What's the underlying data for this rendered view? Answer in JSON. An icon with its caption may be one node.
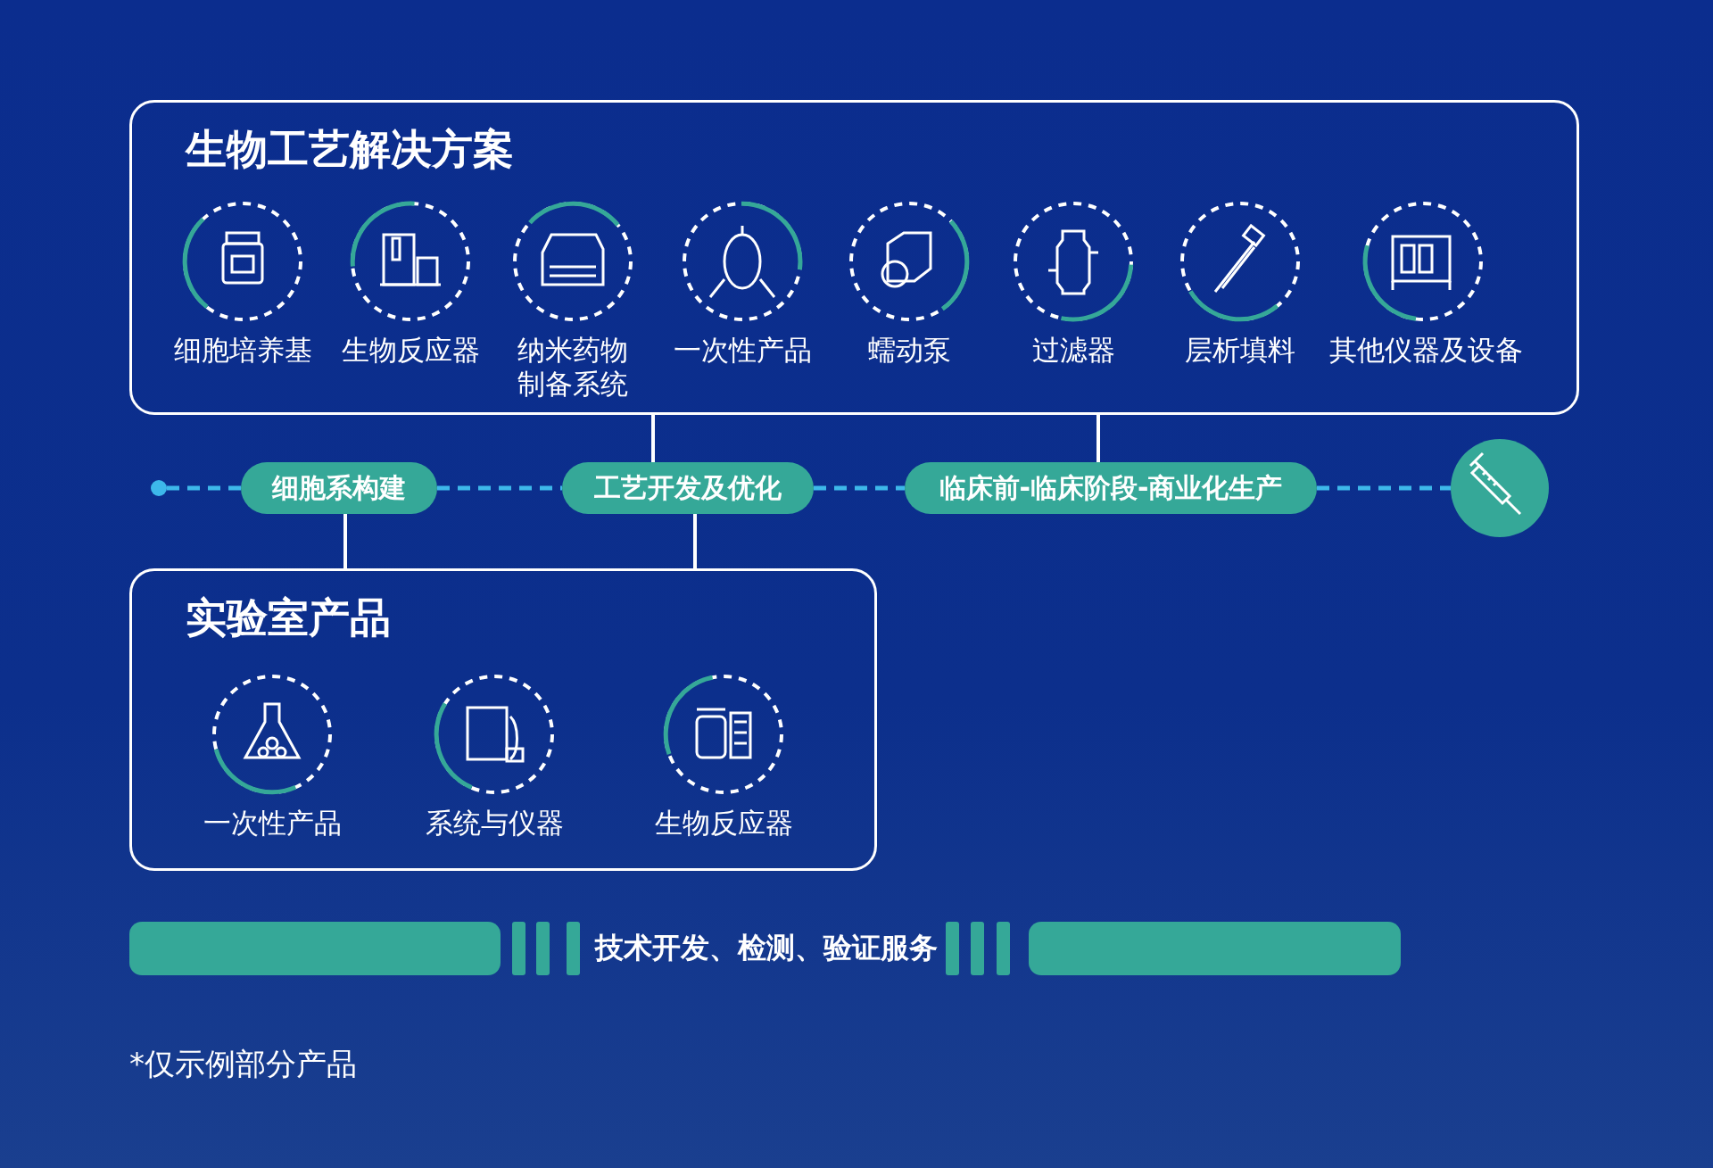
{
  "diagram": {
    "nodes": [
      {
        "text": [
          "生物工艺解决方案"
        ]
      },
      {
        "text": [
          "细胞培养基"
        ],
        "in": 0
      },
      {
        "text": [
          "生物反应器"
        ],
        "in": 0
      },
      {
        "text": [
          "纳米药物制备系统"
        ],
        "in": 0
      },
      {
        "text": [
          "一次性产品"
        ],
        "in": 0
      },
      {
        "text": [
          "蠕动泵"
        ],
        "in": 0
      },
      {
        "text": [
          "过滤器"
        ],
        "in": 0
      },
      {
        "text": [
          "层析填料"
        ],
        "in": 0
      },
      {
        "text": [
          "其他仪器及设备"
        ],
        "in": 0
      },
      {
        "text": [],
        "shape": "circle"
      },
      {
        "text": [
          "细胞系构建"
        ]
      },
      {
        "text": [
          "工艺开发及优化"
        ]
      },
      {
        "text": [
          "临床前-临床阶段-商业化生产"
        ]
      },
      {
        "text": [],
        "shape": "circle"
      },
      {
        "text": [
          "实验室产品"
        ]
      },
      {
        "text": [
          "一次性产品"
        ],
        "in": 14
      },
      {
        "text": [
          "系统与仪器"
        ],
        "in": 14
      },
      {
        "text": [
          "生物反应器"
        ],
        "in": 14
      },
      {
        "text": [
          "技术开发、检测、验证服务"
        ]
      }
    ],
    "edges": [
      {
        "from": 9,
        "to": 10,
        "arrow": "none",
        "style": "dashed",
        "color": "#3db8ea"
      },
      {
        "from": 10,
        "to": 11,
        "arrow": "none",
        "style": "dashed",
        "color": "#3db8ea"
      },
      {
        "from": 11,
        "to": 12,
        "arrow": "none",
        "style": "dashed",
        "color": "#3db8ea"
      },
      {
        "from": 12,
        "to": 13,
        "arrow": "none",
        "style": "dashed",
        "color": "#3db8ea"
      },
      {
        "from": 0,
        "to": 11,
        "arrow": "none",
        "color": "#ffffff"
      },
      {
        "from": 0,
        "to": 12,
        "arrow": "none",
        "color": "#ffffff"
      },
      {
        "from": 10,
        "to": 14,
        "arrow": "none",
        "color": "#ffffff"
      },
      {
        "from": 11,
        "to": 14,
        "arrow": "none",
        "color": "#ffffff"
      }
    ],
    "labels": [
      "*仅示例部分产品"
    ]
  }
}
